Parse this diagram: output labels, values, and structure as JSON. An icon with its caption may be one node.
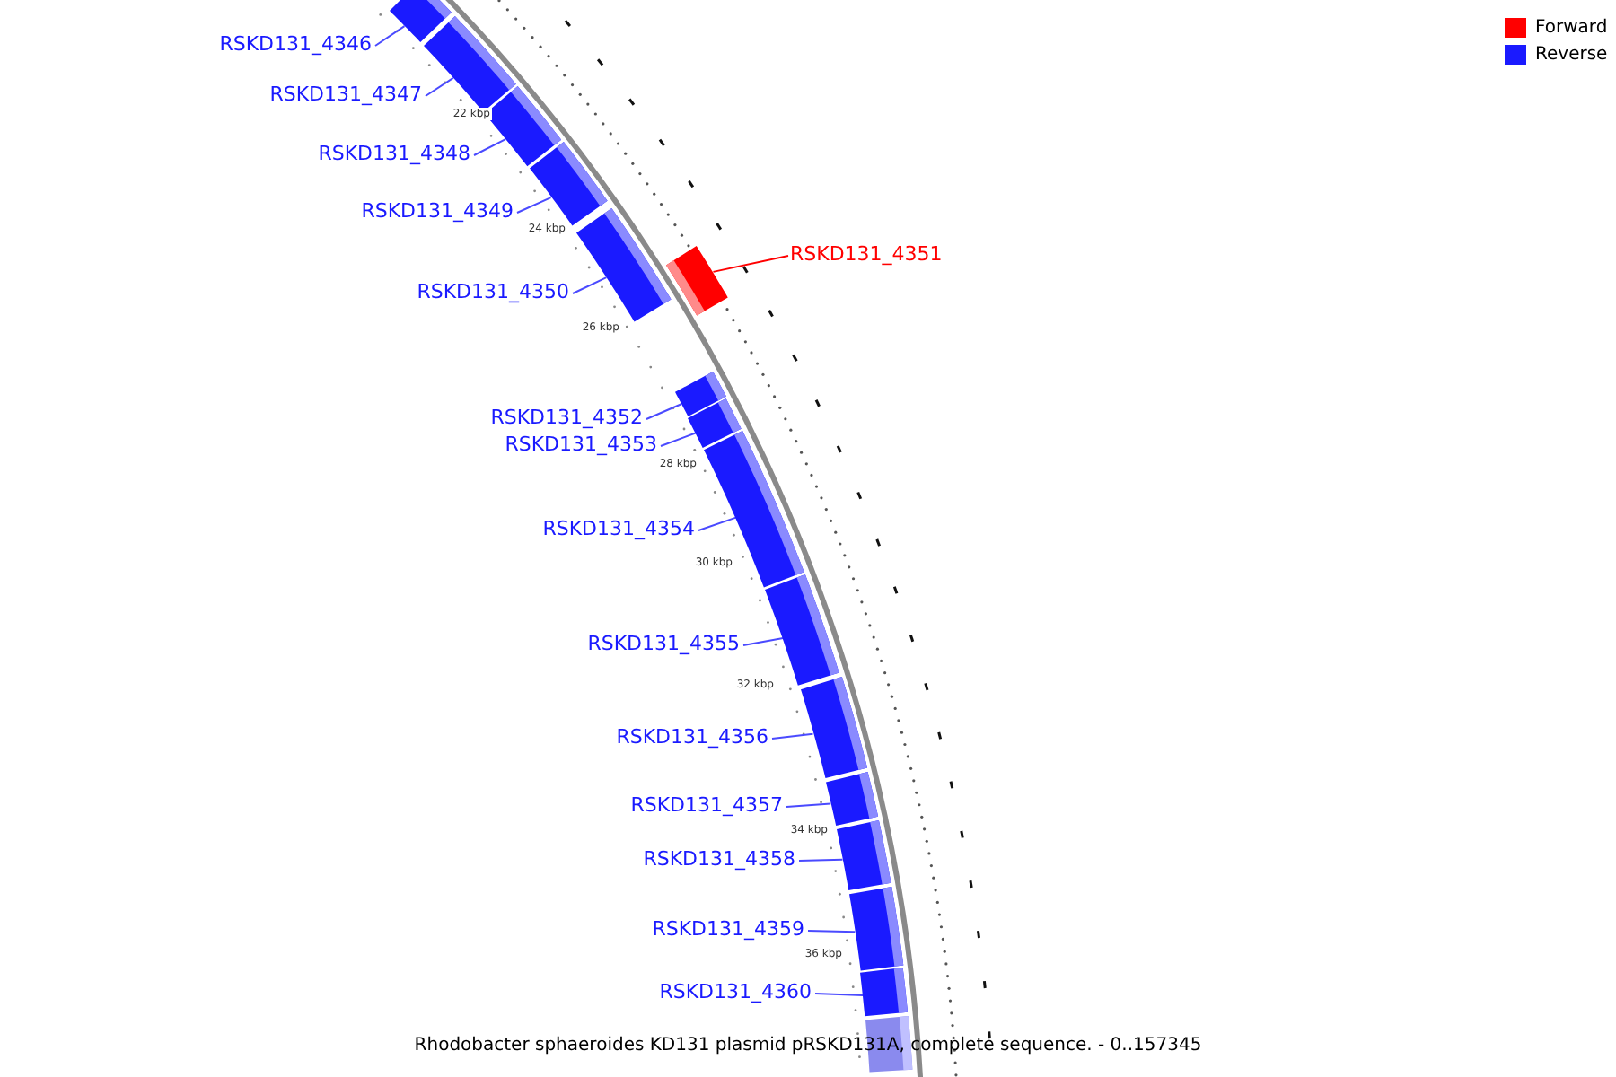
{
  "diagram": {
    "caption": "Rhodobacter sphaeroides KD131 plasmid pRSKD131A, complete sequence. - 0..157345",
    "nodes": [
      {
        "text": [
          "RSKD131_4346"
        ]
      },
      {
        "text": [
          "RSKD131_4347"
        ]
      },
      {
        "text": [
          "RSKD131_4348"
        ]
      },
      {
        "text": [
          "RSKD131_4349"
        ]
      },
      {
        "text": [
          "RSKD131_4350"
        ]
      },
      {
        "text": [
          "RSKD131_4351"
        ]
      },
      {
        "text": [
          "RSKD131_4352"
        ]
      },
      {
        "text": [
          "RSKD131_4353"
        ]
      },
      {
        "text": [
          "RSKD131_4354"
        ]
      },
      {
        "text": [
          "RSKD131_4355"
        ]
      },
      {
        "text": [
          "RSKD131_4356"
        ]
      },
      {
        "text": [
          "RSKD131_4357"
        ]
      },
      {
        "text": [
          "RSKD131_4358"
        ]
      },
      {
        "text": [
          "RSKD131_4359"
        ]
      },
      {
        "text": [
          "RSKD131_4360"
        ]
      },
      {
        "text": [],
        "shape": "box"
      },
      {
        "text": [],
        "shape": "box"
      },
      {
        "text": [],
        "shape": "box"
      },
      {
        "text": [],
        "shape": "box"
      },
      {
        "text": [],
        "shape": "box"
      },
      {
        "text": [],
        "shape": "box"
      },
      {
        "text": [],
        "shape": "box"
      },
      {
        "text": [],
        "shape": "box"
      },
      {
        "text": [],
        "shape": "box"
      },
      {
        "text": [],
        "shape": "box"
      },
      {
        "text": [],
        "shape": "box"
      },
      {
        "text": [],
        "shape": "box"
      },
      {
        "text": [],
        "shape": "box"
      },
      {
        "text": [],
        "shape": "box"
      },
      {
        "text": [],
        "shape": "box"
      },
      {
        "text": [],
        "shape": "box"
      }
    ],
    "edges": [
      {
        "from": 0,
        "to": 15,
        "arrow": "none"
      },
      {
        "from": 1,
        "to": 16,
        "arrow": "none"
      },
      {
        "from": 2,
        "to": 17,
        "arrow": "none"
      },
      {
        "from": 3,
        "to": 18,
        "arrow": "none"
      },
      {
        "from": 4,
        "to": 19,
        "arrow": "none"
      },
      {
        "from": 5,
        "to": 20,
        "arrow": "none",
        "color": "#ff0000"
      },
      {
        "from": 6,
        "to": 21,
        "arrow": "none"
      },
      {
        "from": 7,
        "to": 22,
        "arrow": "none"
      },
      {
        "from": 8,
        "to": 23,
        "arrow": "none"
      },
      {
        "from": 9,
        "to": 24,
        "arrow": "none"
      },
      {
        "from": 10,
        "to": 25,
        "arrow": "none"
      },
      {
        "from": 11,
        "to": 26,
        "arrow": "none"
      },
      {
        "from": 12,
        "to": 27,
        "arrow": "none"
      },
      {
        "from": 13,
        "to": 28,
        "arrow": "none"
      },
      {
        "from": 14,
        "to": 29,
        "arrow": "none"
      }
    ],
    "labels": [
      "22 kbp",
      "24 kbp",
      "26 kbp",
      "28 kbp",
      "30 kbp",
      "32 kbp",
      "34 kbp",
      "36 kbp"
    ],
    "legend": [
      {
        "text": "Forward",
        "color": "#ff0000"
      },
      {
        "text": "Reverse",
        "color": "#1a1aff"
      }
    ]
  }
}
